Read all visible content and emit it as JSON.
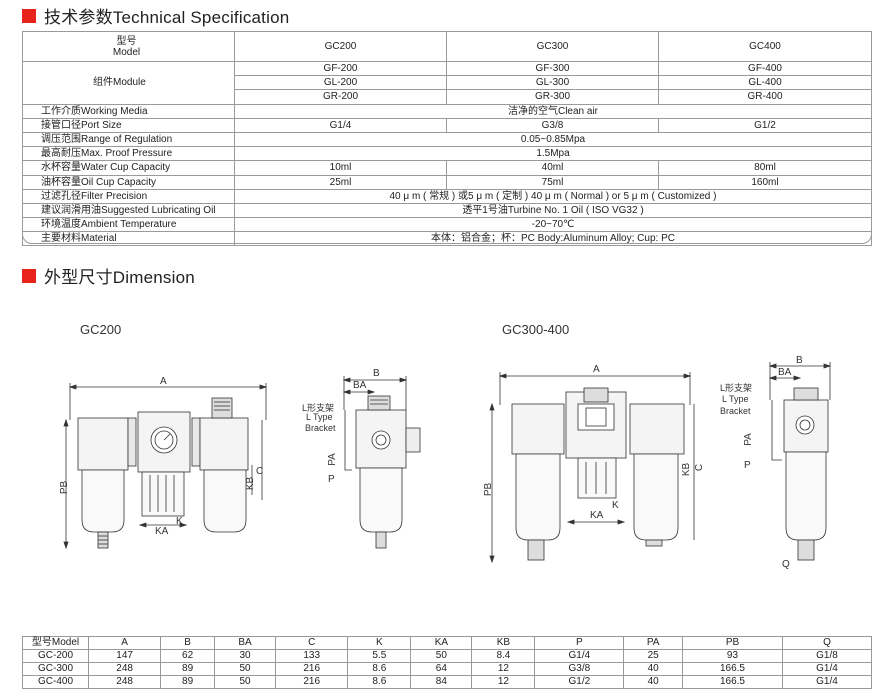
{
  "section1": {
    "title": "技术参数Technical Specification"
  },
  "section2": {
    "title": "外型尺寸Dimension"
  },
  "spec": {
    "header": {
      "label_cn": "型号",
      "label_en": "Model",
      "cols": [
        "GC200",
        "GC300",
        "GC400"
      ]
    },
    "module": {
      "label": "组件Module",
      "rows": [
        [
          "GF-200",
          "GF-300",
          "GF-400"
        ],
        [
          "GL-200",
          "GL-300",
          "GL-400"
        ],
        [
          "GR-200",
          "GR-300",
          "GR-400"
        ]
      ]
    },
    "media": {
      "label": "工作介质Working Media",
      "value": "洁净的空气Clean air"
    },
    "port": {
      "label": "接管口径Port Size",
      "values": [
        "G1/4",
        "G3/8",
        "G1/2"
      ]
    },
    "regulation": {
      "label": "调压范围Range of Regulation",
      "value": "0.05~0.85Mpa"
    },
    "proof": {
      "label": "最高耐压Max. Proof Pressure",
      "value": "1.5Mpa"
    },
    "water": {
      "label": "水杯容量Water Cup Capacity",
      "values": [
        "10ml",
        "40ml",
        "80ml"
      ]
    },
    "oil": {
      "label": "油杯容量Oil Cup Capacity",
      "values": [
        "25ml",
        "75ml",
        "160ml"
      ]
    },
    "filter": {
      "label": "过滤孔径Filter Precision",
      "value": "40 μ m ( 常规 ) 或5 μ m ( 定制 ) 40 μ m ( Normal ) or 5 μ m ( Customized )"
    },
    "lubricating": {
      "label": "建议润滑用油Suggested Lubricating Oil",
      "value": "透平1号油Turbine No. 1 Oil ( ISO VG32 )"
    },
    "temperature": {
      "label": "环境温度Ambient Temperature",
      "value": "-20~70℃"
    },
    "material": {
      "label": "主要材料Material",
      "value": "本体：铝合金；杯：PC Body:Aluminum Alloy; Cup: PC"
    }
  },
  "drawings": {
    "gc200_title": "GC200",
    "gc300_title": "GC300-400",
    "labels": {
      "A": "A",
      "B": "B",
      "BA": "BA",
      "C": "C",
      "K": "K",
      "KA": "KA",
      "KB": "KB",
      "P": "P",
      "PA": "PA",
      "PB": "PB",
      "Q": "Q",
      "bracket_cn": "L形支架",
      "bracket_en1": "L Type",
      "bracket_en2": "Bracket"
    }
  },
  "dimensions": {
    "headers": [
      "型号Model",
      "A",
      "B",
      "BA",
      "C",
      "K",
      "KA",
      "KB",
      "P",
      "PA",
      "PB",
      "Q"
    ],
    "rows": [
      [
        "GC-200",
        "147",
        "62",
        "30",
        "133",
        "5.5",
        "50",
        "8.4",
        "G1/4",
        "25",
        "93",
        "G1/8"
      ],
      [
        "GC-300",
        "248",
        "89",
        "50",
        "216",
        "8.6",
        "64",
        "12",
        "G3/8",
        "40",
        "166.5",
        "G1/4"
      ],
      [
        "GC-400",
        "248",
        "89",
        "50",
        "216",
        "8.6",
        "84",
        "12",
        "G1/2",
        "40",
        "166.5",
        "G1/4"
      ]
    ]
  }
}
